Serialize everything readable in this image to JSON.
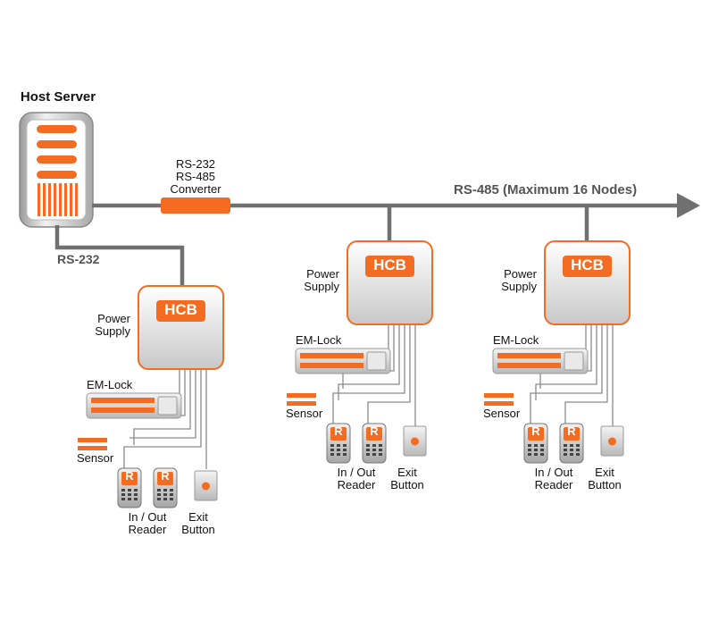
{
  "host": {
    "title": "Host Server"
  },
  "links": {
    "rs232": "RS-232",
    "bus": "RS-485 (Maximum 16 Nodes)",
    "converter": "RS-232\nRS-485\nConverter"
  },
  "node": {
    "hcb": "HCB",
    "power_supply": "Power\nSupply",
    "em_lock": "EM-Lock",
    "sensor": "Sensor",
    "reader_letter": "R",
    "reader_label": "In / Out\nReader",
    "exit_label": "Exit\nButton"
  },
  "colors": {
    "accent": "#f36c21",
    "line": "#707070",
    "box_border": "#f36c21"
  }
}
